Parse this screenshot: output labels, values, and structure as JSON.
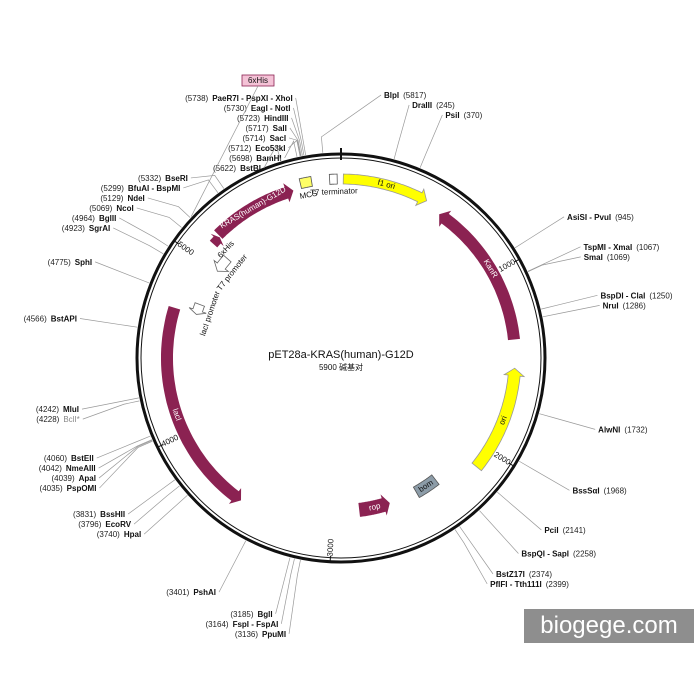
{
  "title": "pET28a-KRAS(human)-G12D",
  "subtitle": "5900 碱基对",
  "watermark": "biogege.com",
  "total_bp": 5900,
  "colors": {
    "backbone": "#111111",
    "resistance": "#8b2252",
    "origin": "#ffff00",
    "promoter": "#ffffff",
    "tag_box": "#f4c2d6"
  },
  "ticks": [
    {
      "bp": 1000,
      "label": "1000"
    },
    {
      "bp": 2000,
      "label": "2000"
    },
    {
      "bp": 3000,
      "label": "3000"
    },
    {
      "bp": 4000,
      "label": "4000"
    },
    {
      "bp": 5000,
      "label": "5000"
    }
  ],
  "features": [
    {
      "name": "f1 ori",
      "start": 12,
      "end": 468,
      "dir": 1,
      "kind": "origin",
      "label_pos": "inside"
    },
    {
      "name": "KanR",
      "start": 563,
      "end": 1375,
      "dir": -1,
      "kind": "resistance",
      "label_pos": "inside"
    },
    {
      "name": "ori",
      "start": 1530,
      "end": 2110,
      "dir": -1,
      "kind": "origin",
      "label_pos": "inside"
    },
    {
      "name": "rop",
      "start": 2645,
      "end": 2838,
      "dir": -1,
      "kind": "resistance",
      "label_pos": "inside"
    },
    {
      "name": "bom",
      "start": 2330,
      "end": 2470,
      "dir": 0,
      "kind": "box_gray",
      "label_pos": "inside"
    },
    {
      "name": "lacI",
      "start": 3525,
      "end": 4700,
      "dir": -1,
      "kind": "resistance",
      "label_pos": "inside"
    },
    {
      "name": "lacI promoter",
      "start": 4700,
      "end": 4765,
      "dir": -1,
      "kind": "promoter",
      "label_pos": "inside"
    },
    {
      "name": "T7 promoter",
      "start": 5000,
      "end": 5100,
      "dir": -1,
      "kind": "promoter",
      "label_pos": "inside"
    },
    {
      "name": "6xHis",
      "start": 5110,
      "end": 5160,
      "dir": 1,
      "kind": "resistance",
      "label_pos": "inside"
    },
    {
      "name": "KRAS(human)-G12D",
      "start": 5165,
      "end": 5640,
      "dir": 1,
      "kind": "resistance",
      "label_pos": "inside"
    },
    {
      "name": "MCS",
      "start": 5685,
      "end": 5745,
      "dir": 0,
      "kind": "box_yellow",
      "label_pos": "inside"
    },
    {
      "name": "T7 terminator",
      "start": 5840,
      "end": 5880,
      "dir": 0,
      "kind": "box_white",
      "label_pos": "inside"
    }
  ],
  "tag_top": {
    "name": "6xHis"
  },
  "sites": [
    {
      "name": "BlpI",
      "pos": "(5817)",
      "bp": 5817,
      "side": "right"
    },
    {
      "name": "DraIII",
      "pos": "(245)",
      "bp": 245,
      "side": "right"
    },
    {
      "name": "PsiI",
      "pos": "(370)",
      "bp": 370,
      "side": "right"
    },
    {
      "name": "AsiSI - PvuI",
      "pos": "(945)",
      "bp": 945,
      "side": "right"
    },
    {
      "name": "TspMI - XmaI",
      "pos": "(1067)",
      "bp": 1067,
      "side": "right"
    },
    {
      "name": "SmaI",
      "pos": "(1069)",
      "bp": 1069,
      "side": "right"
    },
    {
      "name": "BspDI - ClaI",
      "pos": "(1250)",
      "bp": 1250,
      "side": "right"
    },
    {
      "name": "NruI",
      "pos": "(1286)",
      "bp": 1286,
      "side": "right"
    },
    {
      "name": "AlwNI",
      "pos": "(1732)",
      "bp": 1732,
      "side": "right"
    },
    {
      "name": "BssSαI",
      "pos": "(1968)",
      "bp": 1968,
      "side": "right"
    },
    {
      "name": "PciI",
      "pos": "(2141)",
      "bp": 2141,
      "side": "right"
    },
    {
      "name": "BspQI - SapI",
      "pos": "(2258)",
      "bp": 2258,
      "side": "right"
    },
    {
      "name": "BstZ17I",
      "pos": "(2374)",
      "bp": 2374,
      "side": "right"
    },
    {
      "name": "PflFI - Tth111I",
      "pos": "(2399)",
      "bp": 2399,
      "side": "right"
    },
    {
      "name": "PpuMI",
      "pos": "(3136)",
      "bp": 3136,
      "side": "left"
    },
    {
      "name": "FspI - FspAI",
      "pos": "(3164)",
      "bp": 3164,
      "side": "left"
    },
    {
      "name": "BglI",
      "pos": "(3185)",
      "bp": 3185,
      "side": "left"
    },
    {
      "name": "PshAI",
      "pos": "(3401)",
      "bp": 3401,
      "side": "left"
    },
    {
      "name": "HpaI",
      "pos": "(3740)",
      "bp": 3740,
      "side": "left"
    },
    {
      "name": "EcoRV",
      "pos": "(3796)",
      "bp": 3796,
      "side": "left"
    },
    {
      "name": "BssHII",
      "pos": "(3831)",
      "bp": 3831,
      "side": "left"
    },
    {
      "name": "PspOMI",
      "pos": "(4035)",
      "bp": 4035,
      "side": "left"
    },
    {
      "name": "ApaI",
      "pos": "(4039)",
      "bp": 4039,
      "side": "left"
    },
    {
      "name": "NmeAIII",
      "pos": "(4042)",
      "bp": 4042,
      "side": "left"
    },
    {
      "name": "BstEII",
      "pos": "(4060)",
      "bp": 4060,
      "side": "left"
    },
    {
      "name": "BclI*",
      "pos": "(4228)",
      "bp": 4228,
      "side": "left",
      "blocked": true
    },
    {
      "name": "MluI",
      "pos": "(4242)",
      "bp": 4242,
      "side": "left"
    },
    {
      "name": "BstAPI",
      "pos": "(4566)",
      "bp": 4566,
      "side": "left"
    },
    {
      "name": "SphI",
      "pos": "(4775)",
      "bp": 4775,
      "side": "left"
    },
    {
      "name": "SgrAI",
      "pos": "(4923)",
      "bp": 4923,
      "side": "left"
    },
    {
      "name": "BglII",
      "pos": "(4964)",
      "bp": 4964,
      "side": "left"
    },
    {
      "name": "NcoI",
      "pos": "(5069)",
      "bp": 5069,
      "side": "left"
    },
    {
      "name": "NdeI",
      "pos": "(5129)",
      "bp": 5129,
      "side": "left"
    },
    {
      "name": "BfuAI - BspMI",
      "pos": "(5299)",
      "bp": 5299,
      "side": "left"
    },
    {
      "name": "BseRI",
      "pos": "(5332)",
      "bp": 5332,
      "side": "left"
    },
    {
      "name": "BstBI",
      "pos": "(5622)",
      "bp": 5622,
      "side": "left"
    },
    {
      "name": "BamHI",
      "pos": "(5698)",
      "bp": 5698,
      "side": "left"
    },
    {
      "name": "Eco53kI",
      "pos": "(5712)",
      "bp": 5712,
      "side": "left"
    },
    {
      "name": "SacI",
      "pos": "(5714)",
      "bp": 5714,
      "side": "left"
    },
    {
      "name": "SalI",
      "pos": "(5717)",
      "bp": 5717,
      "side": "left"
    },
    {
      "name": "HindIII",
      "pos": "(5723)",
      "bp": 5723,
      "side": "left"
    },
    {
      "name": "EagI - NotI",
      "pos": "(5730)",
      "bp": 5730,
      "side": "left"
    },
    {
      "name": "PaeR7I - PspXI - XhoI",
      "pos": "(5738)",
      "bp": 5738,
      "side": "left"
    }
  ]
}
